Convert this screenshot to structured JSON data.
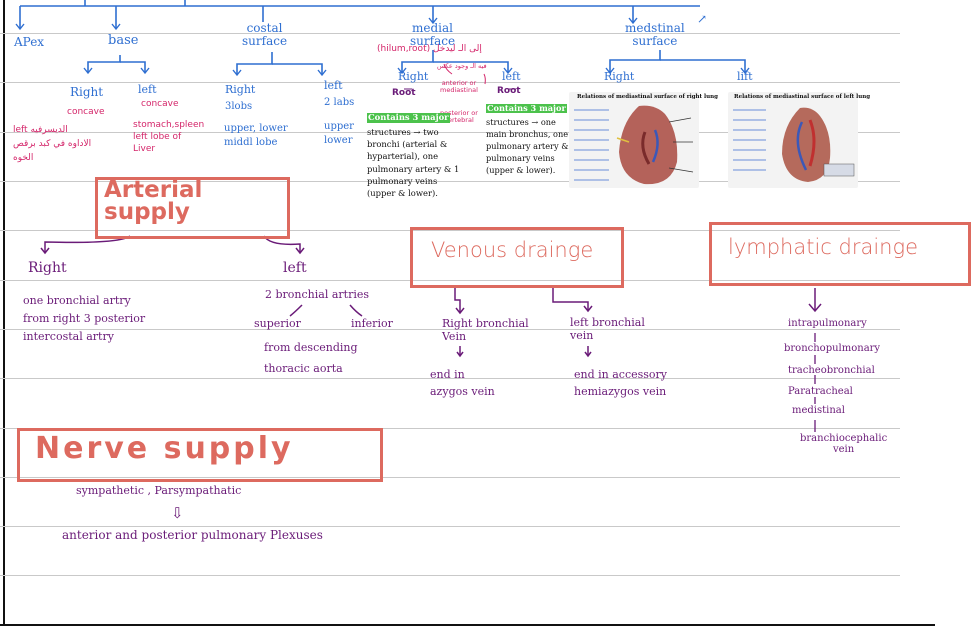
{
  "top": {
    "apex": "APex",
    "base": "base",
    "costal_surface": "costal\nsurface",
    "medial_surface": "medial\nsurface",
    "medial_note": "(hilum,root) إلى الـ ليدخل",
    "mediastinal_surface": "medstinal\nsurface",
    "arrow_mark": "↗"
  },
  "base": {
    "right": "Right",
    "left": "left",
    "right_concave": "concave",
    "left_concave": "concave",
    "right_relation": "left الديسرفيه\nالاداوه في كبد برقص\nالخوه",
    "left_relation": "stomach,spleen\nleft lobe of\nLiver"
  },
  "costal": {
    "right": "Right",
    "left": "left",
    "right_lobes": "3lobs",
    "left_lobes": "2 labs",
    "right_detail": "upper, lower\nmiddl lobe",
    "left_detail": "upper\nlower"
  },
  "medial": {
    "right": "Right",
    "left": "left",
    "root_right": "Root",
    "root_left": "Root",
    "note_top": "فيه الـ وجود عكس",
    "note_mid": "anterior or\nmediastinal",
    "note_low": "posterior or\nvertebral",
    "card_right_title": "Contains 3 major",
    "card_right_body": "structures → two\nbronchi (arterial &\nhyparterial), one\npulmonary artery & 1\npulmonary veins\n(upper & lower).",
    "card_left_title": "Contains 3 major",
    "card_left_body": "structures → one\nmain bronchus, one\npulmonary artery & 2\npulmonary veins\n(upper & lower)."
  },
  "mediastinal": {
    "right": "Right",
    "left": "lift",
    "image_right_title": "Relations of mediastinal surface of right lung",
    "image_left_title": "Relations of mediastinal surface of left lung"
  },
  "arterial": {
    "title": "Arterial\nsupply",
    "right": "Right",
    "right_text": "one bronchial artry\nfrom right 3 posterior\nintercostal artry",
    "left": "left",
    "left_text": "2 bronchial artries",
    "superior": "superior",
    "inferior": "inferior",
    "left_from": "from descending\nthoracic aorta"
  },
  "venous": {
    "title": "Venous drainge",
    "right": "Right bronchial\nVein",
    "right_end": "end in\nazygos vein",
    "left": "left bronchial\nvein",
    "left_end": "end in accessory\nhemiazygos vein"
  },
  "lymphatic": {
    "title": "lymphatic drainge",
    "steps": [
      "intrapulmonary",
      "bronchopulmonary",
      "tracheobronchial",
      "Paratracheal",
      "medistinal",
      "branchiocephalic\nvein"
    ]
  },
  "nerve": {
    "title": "Nerve supply",
    "line1": "sympathetic , Parsympathatic",
    "arrow": "⇩",
    "line2": "anterior and posterior pulmonary Plexuses"
  }
}
